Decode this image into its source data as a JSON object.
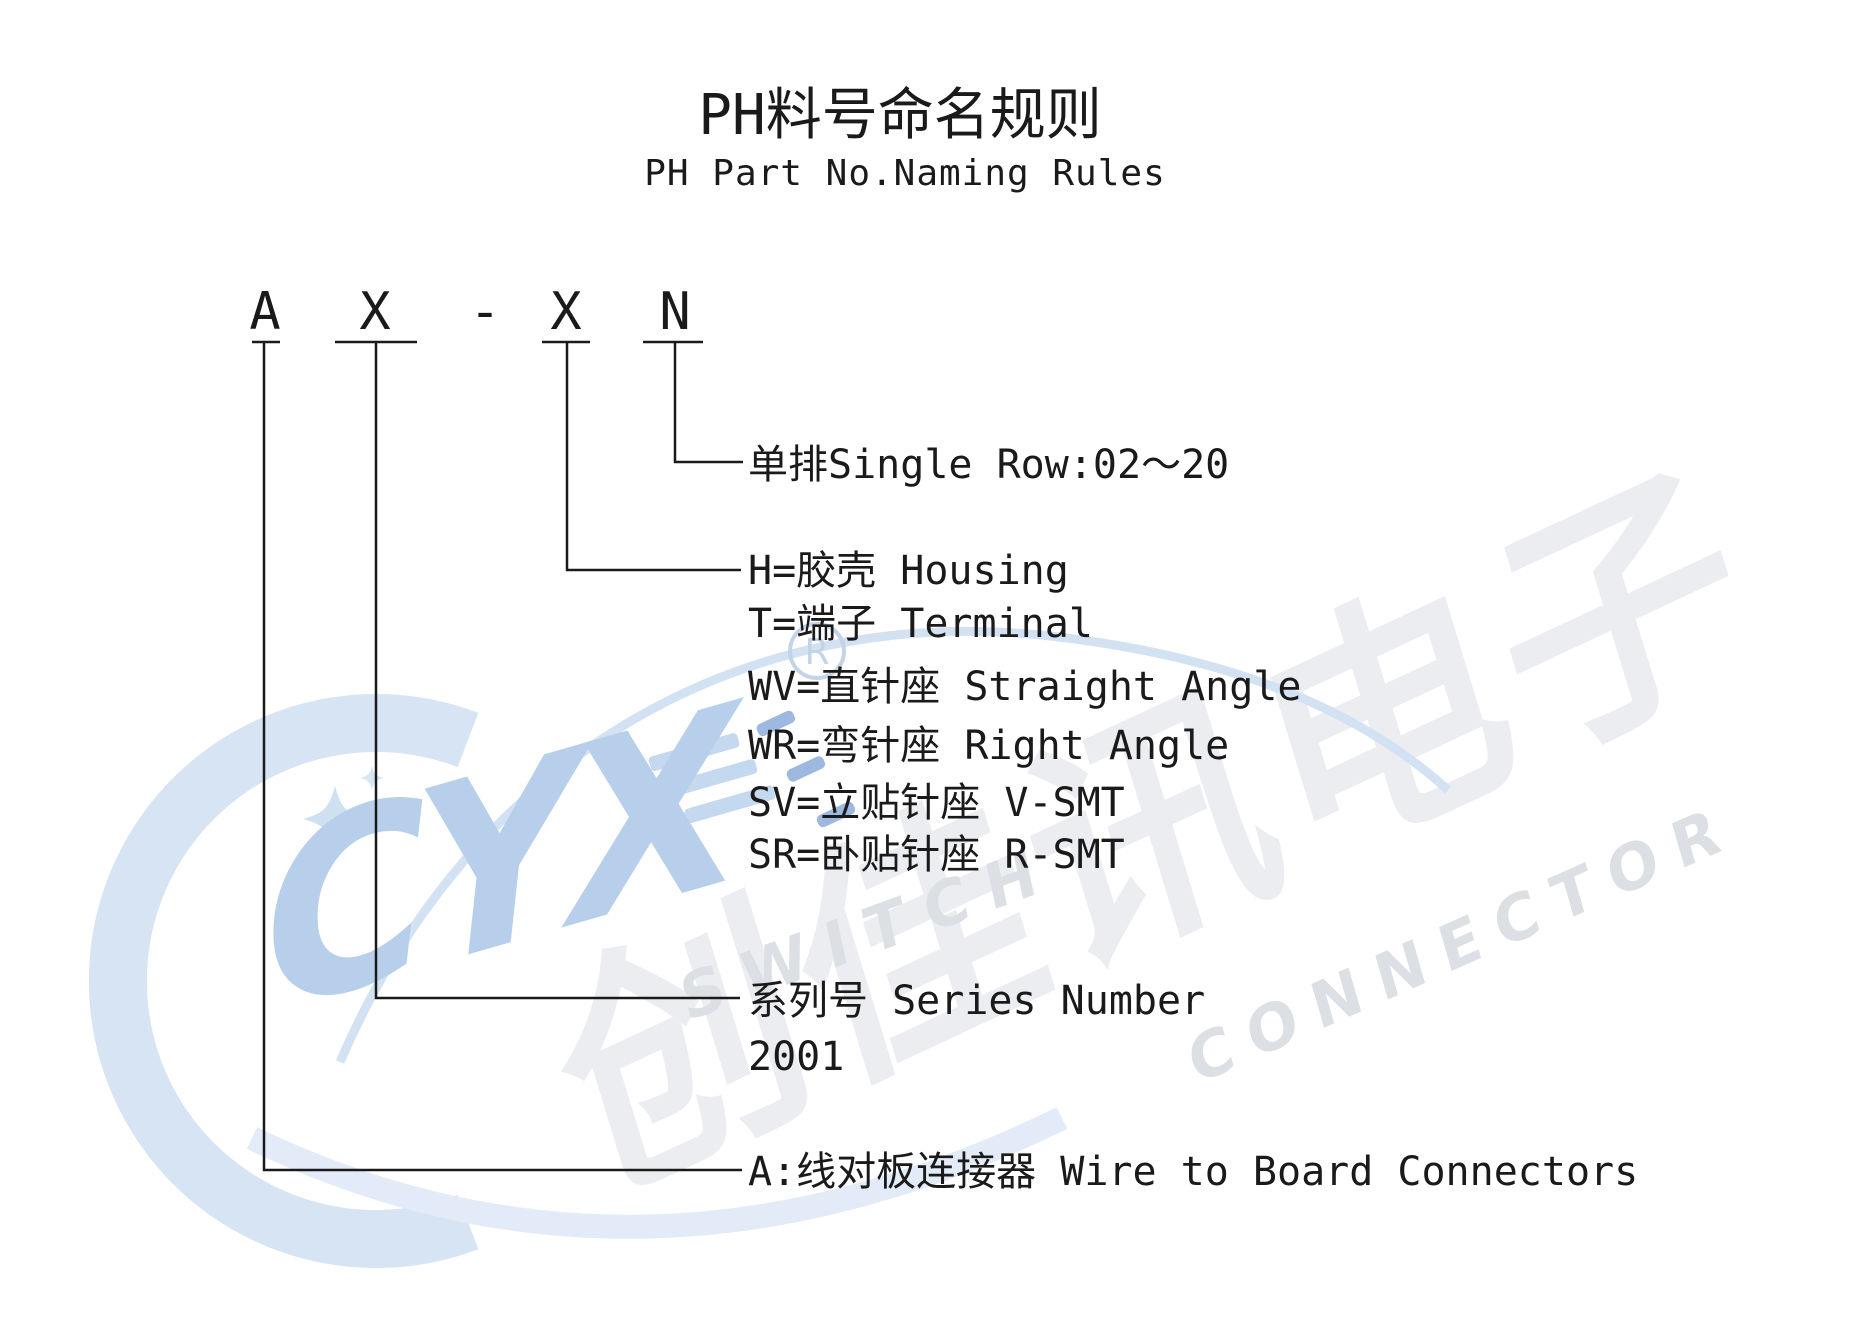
{
  "page": {
    "title_zh": "PH料号命名规则",
    "title_en": "PH Part No.Naming Rules"
  },
  "diagram": {
    "code_letters": [
      "A",
      "X",
      "-",
      "X",
      "N"
    ],
    "branches": [
      {
        "code": "N",
        "labels": [
          "单排Single Row:02～20"
        ]
      },
      {
        "code": "X",
        "labels": [
          "H=胶壳 Housing",
          "T=端子 Terminal",
          "WV=直针座 Straight Angle",
          "WR=弯针座 Right Angle",
          "SV=立贴针座 V-SMT",
          "SR=卧贴针座 R-SMT"
        ]
      },
      {
        "code": "X",
        "labels": [
          "系列号 Series Number",
          "2001"
        ]
      },
      {
        "code": "A",
        "labels": [
          "A:线对板连接器 Wire to Board Connectors"
        ]
      }
    ]
  },
  "watermark": {
    "logo_text": "CYX",
    "registered_mark": "R",
    "cjk_text": "创佳讯电子",
    "switch_text": "SWITCH",
    "connector_text": "CONNECTOR"
  },
  "colors": {
    "ink": "#1a1a1a",
    "background": "#ffffff",
    "logo_blue": "#b7cfeb",
    "logo_light_blue": "#d6e4f4",
    "watermark_gray": "#dcdfe3",
    "watermark_cjk_gray": "#ebedf0"
  }
}
